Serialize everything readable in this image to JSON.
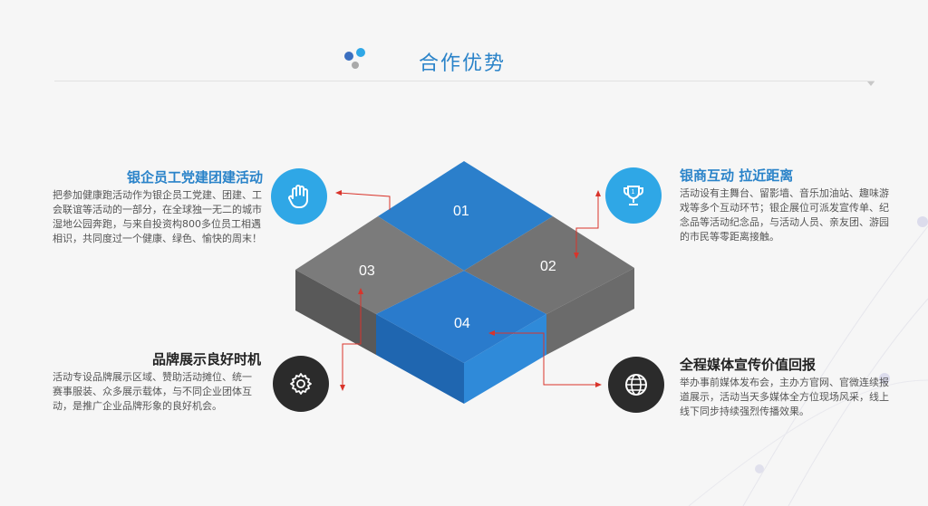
{
  "header": {
    "title": "合作优势"
  },
  "diagram": {
    "tiles": [
      {
        "label": "01"
      },
      {
        "label": "02"
      },
      {
        "label": "03"
      },
      {
        "label": "04"
      }
    ]
  },
  "blocks": [
    {
      "icon": "hand-icon",
      "title": "银企员工党建团建活动",
      "text": "把参加健康跑活动作为银企员工党建、团建、工会联谊等活动的一部分，在全球独一无二的城市湿地公园奔跑，与来自投资构800多位员工相遇相识，共同度过一个健康、绿色、愉快的周末！"
    },
    {
      "icon": "trophy-icon",
      "title": "银商互动 拉近距离",
      "text": "活动设有主舞台、留影墙、音乐加油站、趣味游戏等多个互动环节；银企展位可派发宣传单、纪念品等活动纪念品，与活动人员、亲友团、游园的市民等零距离接触。"
    },
    {
      "icon": "gear-icon",
      "title": "品牌展示良好时机",
      "text": "活动专设品牌展示区域、赞助活动摊位、统一赛事服装、众多展示载体，与不同企业团体互动，是推广企业品牌形象的良好机会。"
    },
    {
      "icon": "globe-icon",
      "title": "全程媒体宣传价值回报",
      "text": "举办事前媒体发布会，主办方官网、官微连续报道展示，活动当天多媒体全方位现场风采，线上线下同步持续强烈传播效果。"
    }
  ],
  "colors": {
    "blue_top": "#2b7fcb",
    "blue_side": "#1e66ad",
    "gray_top": "#737373",
    "gray_side": "#5a5a5a",
    "accent": "#2a83c9",
    "icon_light": "#2fa7e6",
    "icon_dark": "#2b2b2b",
    "arrow": "#d9342b"
  }
}
